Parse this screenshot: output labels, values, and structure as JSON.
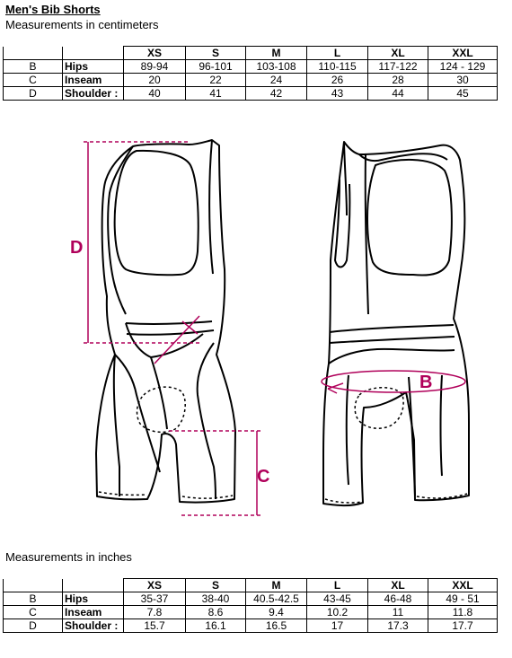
{
  "title": "Men's Bib Shorts",
  "cm_caption": "Measurements in centimeters",
  "in_caption": "Measurements in inches",
  "sizes": [
    "XS",
    "S",
    "M",
    "L",
    "XL",
    "XXL"
  ],
  "cm_rows": [
    {
      "code": "B",
      "name": "Hips",
      "values": [
        "89-94",
        "96-101",
        "103-108",
        "110-115",
        "117-122",
        "124  -  129"
      ]
    },
    {
      "code": "C",
      "name": "Inseam",
      "values": [
        "20",
        "22",
        "24",
        "26",
        "28",
        "30"
      ]
    },
    {
      "code": "D",
      "name": "Shoulder :",
      "values": [
        "40",
        "41",
        "42",
        "43",
        "44",
        "45"
      ]
    }
  ],
  "in_rows": [
    {
      "code": "B",
      "name": "Hips",
      "values": [
        "35-37",
        "38-40",
        "40.5-42.5",
        "43-45",
        "46-48",
        "49  -  51"
      ]
    },
    {
      "code": "C",
      "name": "Inseam",
      "values": [
        "7.8",
        "8.6",
        "9.4",
        "10.2",
        "11",
        "11.8"
      ]
    },
    {
      "code": "D",
      "name": "Shoulder :",
      "values": [
        "15.7",
        "16.1",
        "16.5",
        "17",
        "17.3",
        "17.7"
      ]
    }
  ],
  "diagram_labels": {
    "d": "D",
    "c": "C",
    "b": "B"
  },
  "colors": {
    "accent": "#b0005a",
    "line": "#000000"
  }
}
